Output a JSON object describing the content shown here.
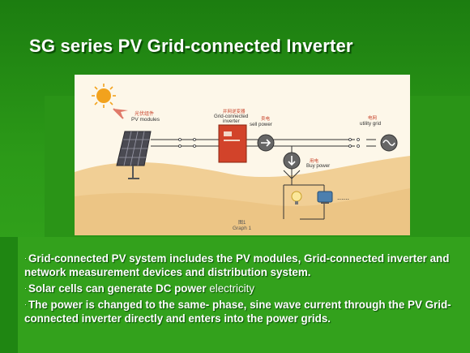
{
  "slide": {
    "title": "SG series PV Grid-connected Inverter"
  },
  "diagram": {
    "pv_modules_cn": "光伏组件",
    "pv_modules_en": "PV modules",
    "inverter_cn": "并网逆变器",
    "inverter_en_line1": "Grid-connected",
    "inverter_en_line2": "inverter",
    "sell_cn": "卖电",
    "sell_en": "sell power",
    "grid_cn": "电网",
    "grid_en": "utility grid",
    "buy_cn": "用电",
    "buy_en": "Buy power",
    "ellipsis": "......",
    "graph_cn": "图1",
    "graph_en": "Graph 1",
    "colors": {
      "inverter": "#d2432a",
      "sand": "#f1cf95",
      "sun": "#f2a21d",
      "panel": "#4a4a52"
    }
  },
  "bullets": [
    {
      "mark": "·",
      "bold": "Grid-connected PV system includes the PV modules, Grid-connected inverter and network measurement devices and distribution system.",
      "plain": ""
    },
    {
      "mark": "·",
      "bold": "Solar cells can generate DC power",
      "plain": " electricity"
    },
    {
      "mark": "·",
      "bold": "The power is changed to the same- phase, sine wave current through the PV Grid-connected inverter directly and enters into the power grids.",
      "plain": ""
    }
  ]
}
